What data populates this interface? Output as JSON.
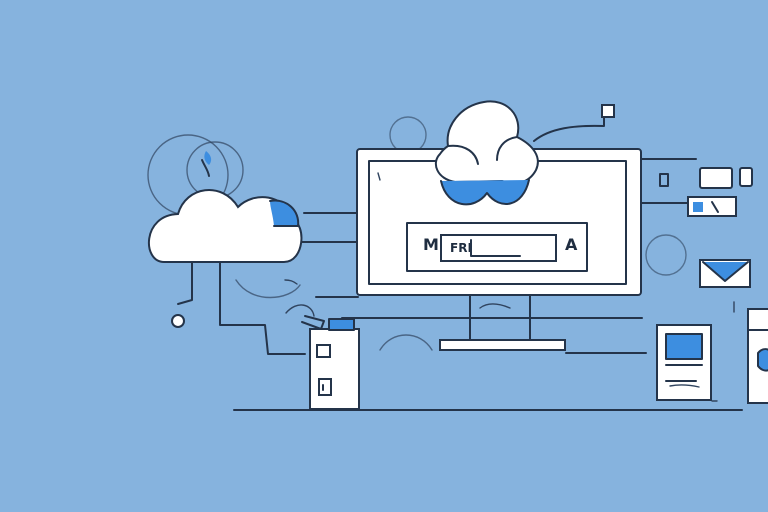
{
  "screen": {
    "left_mark": "M",
    "field_text": "FRI",
    "right_mark": "A"
  },
  "colors": {
    "background": "#86b3de",
    "ink": "#24344a",
    "accent": "#3d8ee0",
    "paper": "#ffffff"
  },
  "icons": {
    "primary": "cloud-icon",
    "display": "monitor-icon",
    "devices": [
      "server-icon",
      "computer-tower-icon",
      "envelope-icon"
    ]
  }
}
